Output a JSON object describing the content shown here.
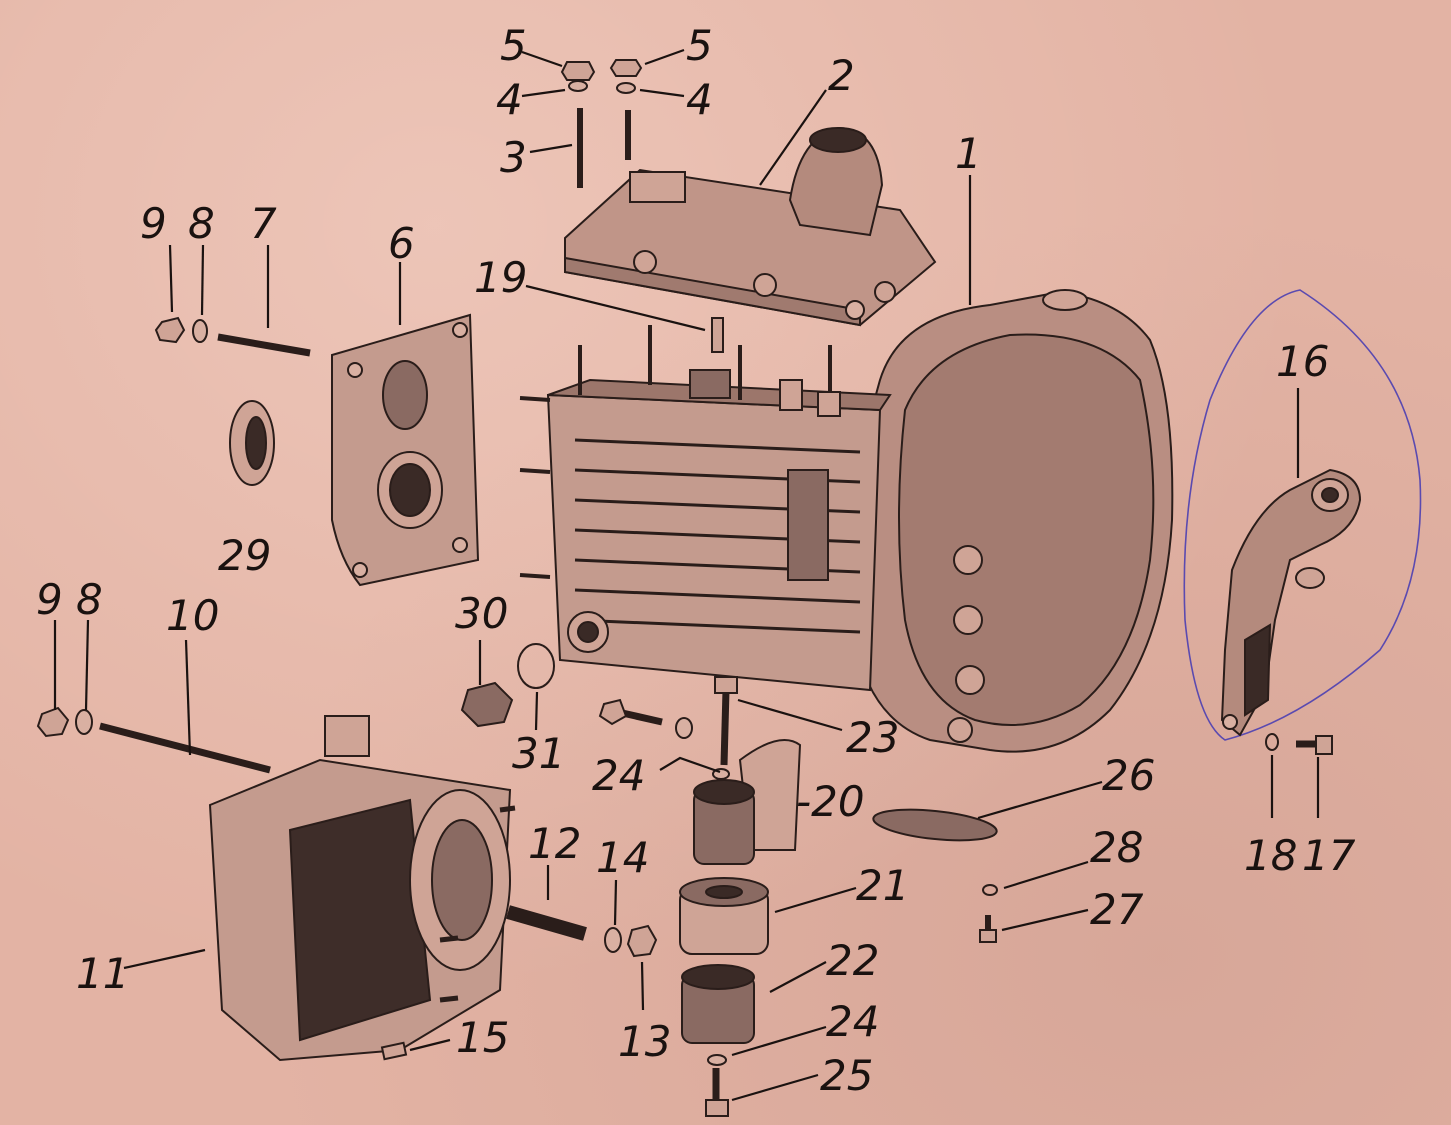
{
  "callouts": [
    {
      "id": "5a",
      "text": "5"
    },
    {
      "id": "5b",
      "text": "5"
    },
    {
      "id": "2",
      "text": "2"
    },
    {
      "id": "4a",
      "text": "4"
    },
    {
      "id": "4b",
      "text": "4"
    },
    {
      "id": "3",
      "text": "3"
    },
    {
      "id": "1",
      "text": "1"
    },
    {
      "id": "9a",
      "text": "9"
    },
    {
      "id": "8a",
      "text": "8"
    },
    {
      "id": "7",
      "text": "7"
    },
    {
      "id": "6",
      "text": "6"
    },
    {
      "id": "19",
      "text": "19"
    },
    {
      "id": "16",
      "text": "16"
    },
    {
      "id": "29",
      "text": "29"
    },
    {
      "id": "9b",
      "text": "9"
    },
    {
      "id": "8b",
      "text": "8"
    },
    {
      "id": "10",
      "text": "10"
    },
    {
      "id": "30",
      "text": "30"
    },
    {
      "id": "31",
      "text": "31"
    },
    {
      "id": "23",
      "text": "23"
    },
    {
      "id": "24a",
      "text": "24"
    },
    {
      "id": "20",
      "text": "-20"
    },
    {
      "id": "26",
      "text": "26"
    },
    {
      "id": "12",
      "text": "12"
    },
    {
      "id": "14",
      "text": "14"
    },
    {
      "id": "21",
      "text": "21"
    },
    {
      "id": "28",
      "text": "28"
    },
    {
      "id": "18",
      "text": "18"
    },
    {
      "id": "17",
      "text": "17"
    },
    {
      "id": "27",
      "text": "27"
    },
    {
      "id": "11",
      "text": "11"
    },
    {
      "id": "22",
      "text": "22"
    },
    {
      "id": "24b",
      "text": "24"
    },
    {
      "id": "13",
      "text": "13"
    },
    {
      "id": "15",
      "text": "15"
    },
    {
      "id": "25",
      "text": "25"
    }
  ],
  "colors": {
    "paper": "#e3b3a4",
    "ink": "#1a1210",
    "pen_circle": "#5a4ab0"
  }
}
